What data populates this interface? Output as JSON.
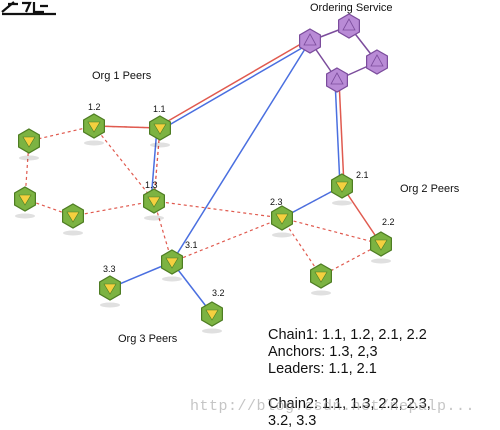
{
  "labels": {
    "ordering_service": "Ordering Service",
    "org1": "Org 1 Peers",
    "org2": "Org 2 Peers",
    "org3": "Org 3 Peers"
  },
  "info": {
    "chain1": "Chain1: 1.1, 1.2, 2.1, 2.2",
    "anchors": "Anchors: 1.3, 2,3",
    "leaders": "Leaders: 1.1, 2.1",
    "chain2_line1": "Chain2: 1.1, 1.3, 2.2, 2.3,",
    "chain2_line2": "3.2, 3.3"
  },
  "watermark": "http://blog.csdn.net/nepalp...",
  "peers": [
    {
      "id": "1.1",
      "label": "1.1"
    },
    {
      "id": "1.2",
      "label": "1.2"
    },
    {
      "id": "1.3",
      "label": "1.3"
    },
    {
      "id": "o1a",
      "label": ""
    },
    {
      "id": "o1b",
      "label": ""
    },
    {
      "id": "o1c",
      "label": ""
    },
    {
      "id": "2.1",
      "label": "2.1"
    },
    {
      "id": "2.2",
      "label": "2.2"
    },
    {
      "id": "2.3",
      "label": "2.3"
    },
    {
      "id": "o2a",
      "label": ""
    },
    {
      "id": "3.1",
      "label": "3.1"
    },
    {
      "id": "3.2",
      "label": "3.2"
    },
    {
      "id": "3.3",
      "label": "3.3"
    }
  ],
  "orderers": [
    "os1",
    "os2",
    "os3",
    "os4",
    "os5"
  ],
  "colors": {
    "peer_fill": "#7cb342",
    "peer_dark": "#4e7d23",
    "peer_arrow": "#f4d03f",
    "orderer_fill": "#b98bd6",
    "orderer_dark": "#7b4c9c",
    "chain_red": "#e05a4f",
    "chain_blue": "#4a6fe0"
  }
}
